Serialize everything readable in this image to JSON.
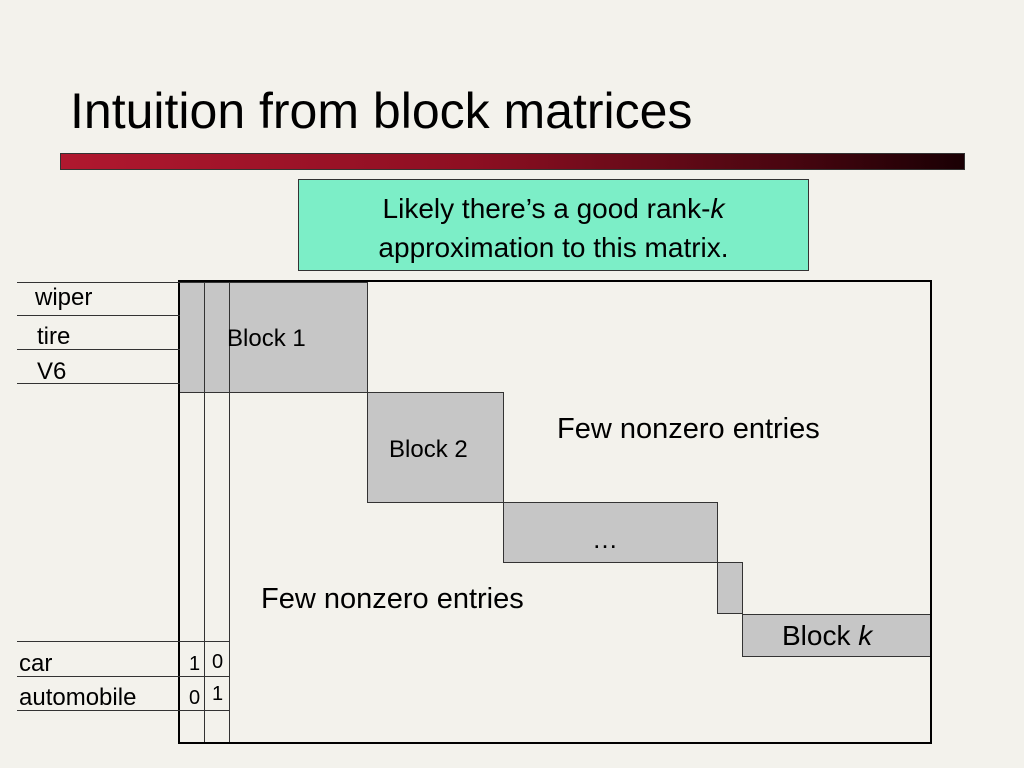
{
  "slide": {
    "title": "Intuition from block matrices",
    "callout": {
      "line1_prefix": "Likely there’s a good rank-",
      "line1_var": "k",
      "line2": "approximation to this matrix."
    }
  },
  "matrix": {
    "row_labels_top": [
      "wiper",
      "tire",
      "V6"
    ],
    "row_labels_bottom": [
      "car",
      "automobile"
    ],
    "blocks": {
      "block1": "Block 1",
      "block2": "Block 2",
      "ellipsis": "…",
      "blockk_prefix": "Block ",
      "blockk_var": "k"
    },
    "upper_note": "Few nonzero entries",
    "lower_note": "Few nonzero entries",
    "cells": {
      "car": [
        "1",
        "0"
      ],
      "automobile": [
        "0",
        "1"
      ]
    }
  },
  "colors": {
    "background": "#f3f2ec",
    "callout": "#7ceec7",
    "block_fill": "#c6c6c6",
    "title_bar_start": "#b0182f",
    "title_bar_end": "#1a0004"
  }
}
